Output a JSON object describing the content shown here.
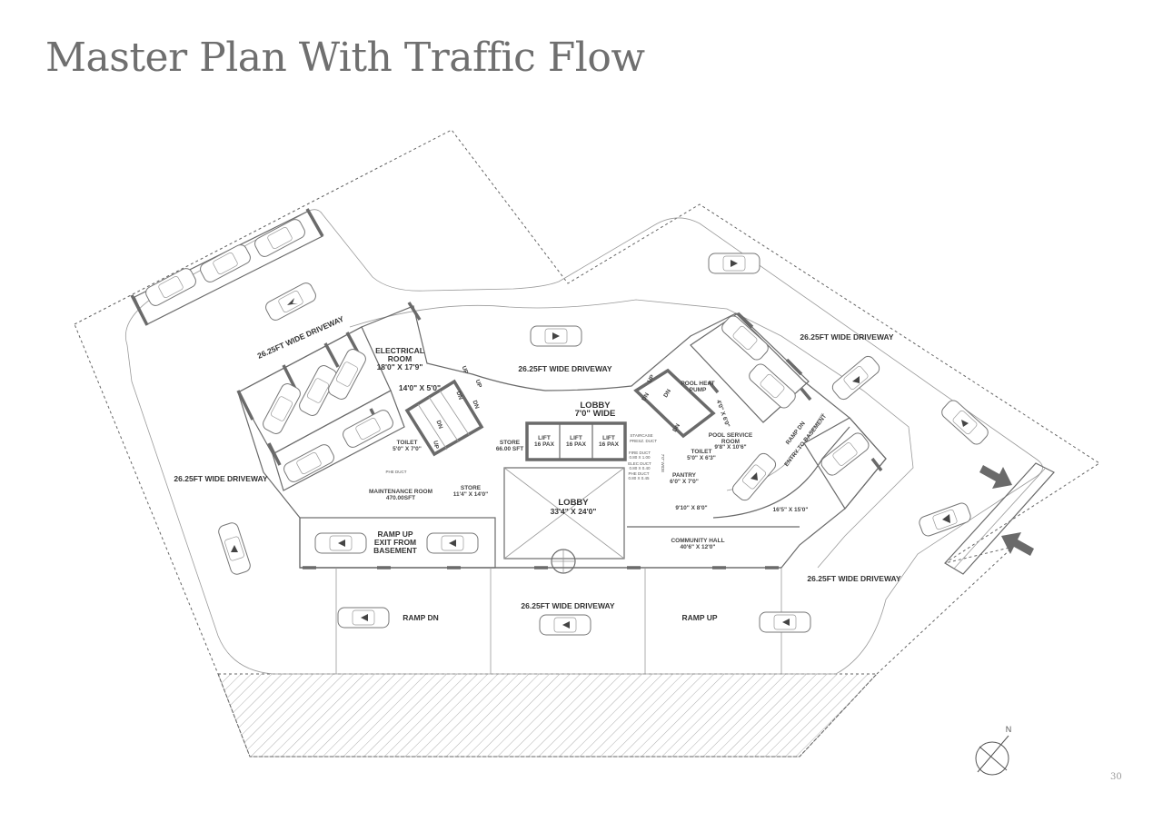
{
  "title": "Master Plan With Traffic Flow",
  "page_number": "30",
  "labels": {
    "driveway_top_left": "26.25FT WIDE DRIVEWAY",
    "driveway_top_center": "26.25FT WIDE DRIVEWAY",
    "driveway_top_right": "26.25FT WIDE DRIVEWAY",
    "driveway_left": "26.25FT WIDE DRIVEWAY",
    "driveway_bottom_center": "26.25FT WIDE DRIVEWAY",
    "driveway_bottom_right": "26.25FT WIDE DRIVEWAY",
    "electrical_room": "ELECTRICAL",
    "electrical_room_2": "ROOM",
    "electrical_room_dim": "18'0\" X 17'9\"",
    "stair_dim": "14'0\" X 5'0\"",
    "lobby_small": "LOBBY",
    "lobby_small_dim": "7'0\" WIDE",
    "lobby_main": "LOBBY",
    "lobby_main_dim": "33'4\" X 24'0\"",
    "store_1": "STORE",
    "store_1_dim": "66.00 SFT",
    "store_2": "STORE",
    "store_2_dim": "11'4\" X 14'0\"",
    "lift": "LIFT",
    "lift_cap": "16 PAX",
    "toilet_1": "TOILET",
    "toilet_1_dim": "5'0\" X 7'0\"",
    "toilet_2": "TOILET",
    "toilet_2_dim": "5'0\" X 6'3\"",
    "phe_duct": "PHE DUCT",
    "maintenance_room": "MAINTENANCE ROOM",
    "maintenance_room_area": "470.00SFT",
    "staircase_duct": "STAIRCASE",
    "staircase_duct_2": "PRESZ. DUCT",
    "fire_duct": "FIRE DUCT",
    "fire_duct_dim": "0.80 X 1.00",
    "elec_duct": "ELEC DUCT",
    "elec_duct_dim": "0.80 X 0.40",
    "phe_duct_2": "PHE DUCT",
    "phe_duct_2_dim": "0.80 X 0.45",
    "width_7ft": "7'0\" WIDE",
    "pool_heat_pump": "POOL HEAT",
    "pool_heat_pump_2": "PUMP",
    "pool_service_room": "POOL SERVICE",
    "pool_service_room_2": "ROOM",
    "pool_service_room_dim": "9'8\" X 10'6\"",
    "dim_4_6": "4'0\" X 6'0\"",
    "pantry": "PANTRY",
    "pantry_dim": "6'0\" X 7'0\"",
    "dim_9_10": "9'10\" X 8'0\"",
    "dim_16_5": "16'5\" X 15'0\"",
    "community_hall": "COMMUNITY HALL",
    "community_hall_dim": "40'6\" X 12'0\"",
    "ramp_up_exit": "RAMP UP",
    "ramp_up_exit_2": "EXIT FROM",
    "ramp_up_exit_3": "BASEMENT",
    "ramp_dn_entry": "RAMP DN",
    "ramp_dn_entry_2": "ENTRY TO BASEMENT",
    "ramp_dn": "RAMP DN",
    "ramp_up": "RAMP UP",
    "up": "UP",
    "dn": "DN",
    "north": "N"
  },
  "colors": {
    "title": "#6f6f6f",
    "lines": "#6a6a6a",
    "arrow": "#6a6a6a"
  },
  "icons": {
    "compass": "north-compass-icon",
    "arrow": "traffic-arrow-icon",
    "car": "car-icon"
  }
}
